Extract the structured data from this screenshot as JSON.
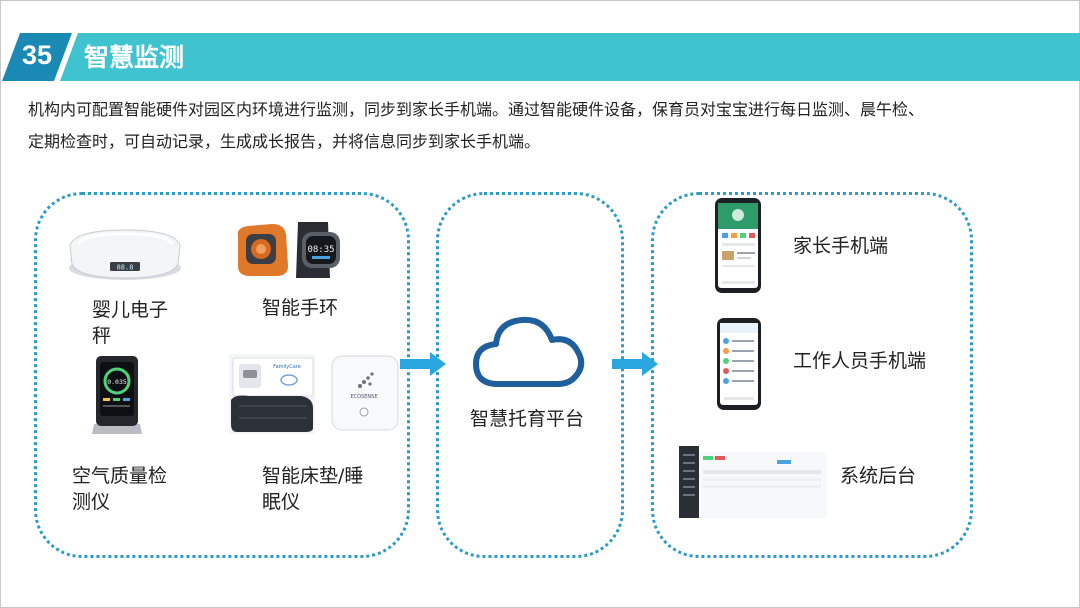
{
  "header": {
    "number": "35",
    "title": "智慧监测",
    "band_color": "#3fc4cf",
    "tab_color": "#1a8ab4"
  },
  "description": {
    "line1": "机构内可配置智能硬件对园区内环境进行监测，同步到家长手机端。通过智能硬件设备，保育员对宝宝进行每日监测、晨午检、",
    "line2": "定期检查时，可自动记录，生成成长报告，并将信息同步到家长手机端。"
  },
  "devices": {
    "scale_line1": "婴儿电子",
    "scale_line2": "秤",
    "band": "智能手环",
    "air_line1": "空气质量检",
    "air_line2": "测仪",
    "mattress_line1": "智能床垫/睡",
    "mattress_line2": "眠仪",
    "scale_readout": "88.8",
    "air_readout": "0.035"
  },
  "platform": {
    "label": "智慧托育平台"
  },
  "clients": {
    "parent_app": "家长手机端",
    "staff_app": "工作人员手机端",
    "backend": "系统后台"
  },
  "colors": {
    "dotted_border": "#2c9bc6",
    "arrow": "#2aa7e0",
    "cloud_stroke": "#1f5f9e"
  }
}
